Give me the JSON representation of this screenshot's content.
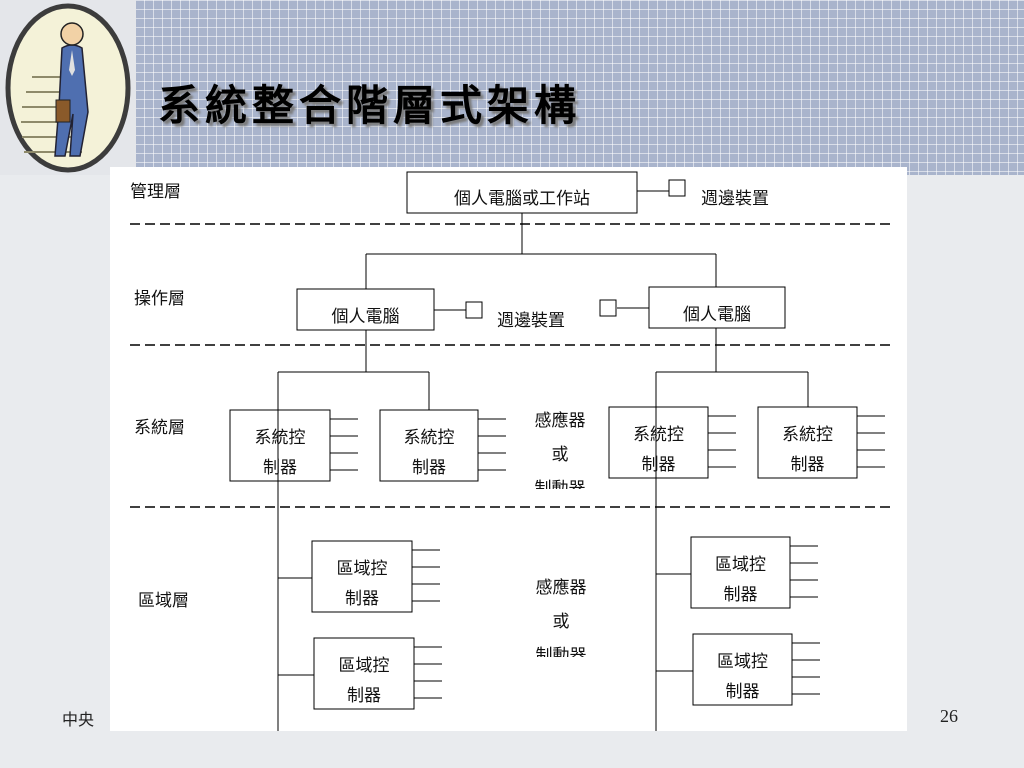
{
  "slide": {
    "title": "系統整合階層式架構",
    "footer_left": "中央",
    "page_number": "26"
  },
  "layers": {
    "management": "管理層",
    "operation": "操作層",
    "system": "系統層",
    "zone": "區域層"
  },
  "management_layer": {
    "workstation": "個人電腦或工作站",
    "peripheral": "週邊裝置"
  },
  "operation_layer": {
    "pc_left": "個人電腦",
    "pc_right": "個人電腦",
    "peripheral": "週邊裝置"
  },
  "system_layer": {
    "controller_line1": "系統控",
    "controller_line2": "制器",
    "sensor": [
      "感應器",
      "或",
      "制動器"
    ]
  },
  "zone_layer": {
    "controller_line1": "區域控",
    "controller_line2": "制器",
    "sensor": [
      "感應器",
      "或",
      "制動器"
    ]
  }
}
